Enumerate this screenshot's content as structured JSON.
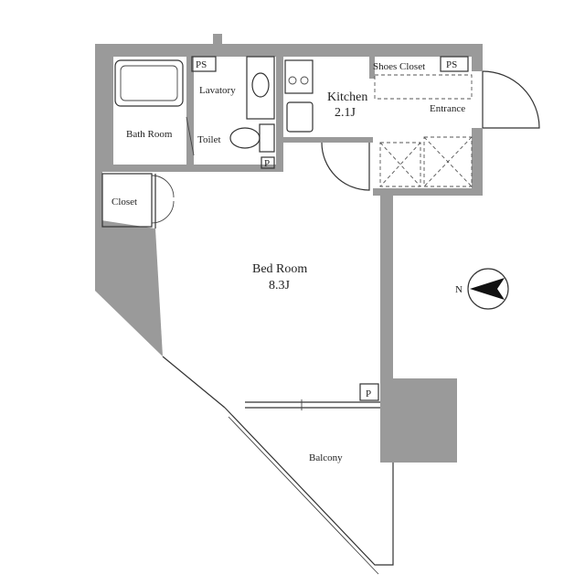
{
  "rooms": {
    "bath_room": "Bath Room",
    "lavatory": "Lavatory",
    "toilet": "Toilet",
    "closet": "Closet",
    "kitchen": "Kitchen",
    "kitchen_size": "2.1J",
    "shoes_closet": "Shoes Closet",
    "entrance": "Entrance",
    "bed_room": "Bed Room",
    "bed_room_size": "8.3J",
    "balcony": "Balcony"
  },
  "markers": {
    "ps_1": "PS",
    "ps_2": "PS",
    "p_1": "P",
    "p_2": "P"
  },
  "compass": {
    "direction": "N"
  },
  "colors": {
    "wall": "#9a9a9a",
    "line": "#333333"
  }
}
